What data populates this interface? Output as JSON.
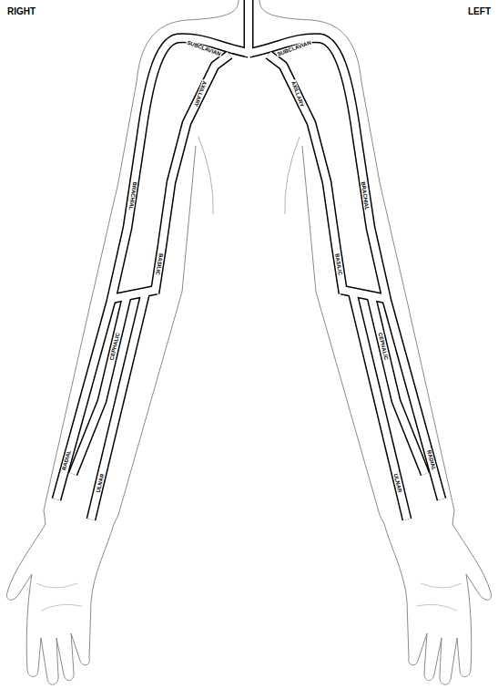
{
  "diagram": {
    "labels": [
      "RIGHT",
      "LEFT",
      "SUBCLAVIAN",
      "AXILLARY",
      "BRACHIAL",
      "BASILIC",
      "CEPHALIC",
      "RADIAL",
      "ULNAR",
      "SUBCLAVIAN",
      "AXILLARY",
      "BRACHIAL",
      "BASILIC",
      "CEPHALIC",
      "RADIAL",
      "ULNAR"
    ]
  }
}
